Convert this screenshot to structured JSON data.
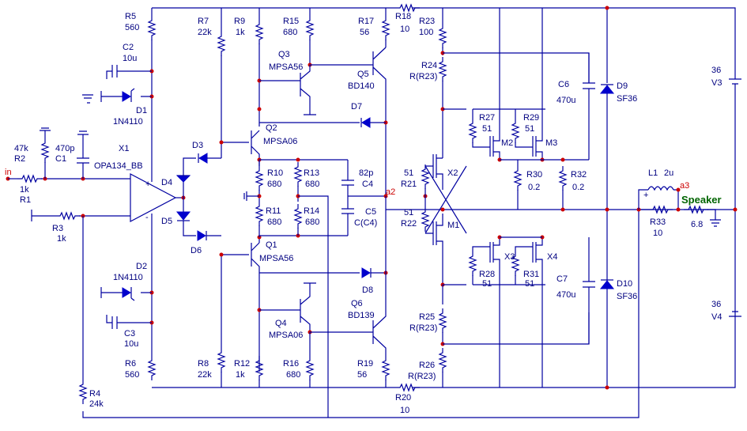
{
  "labels": {
    "in": "in",
    "R1": "R1",
    "R1v": "1k",
    "R2": "R2",
    "R2v": "47k",
    "C1": "C1",
    "C1v": "470p",
    "X1": "X1",
    "X1v": "OPA134_BB",
    "R3": "R3",
    "R3v": "1k",
    "R4": "R4",
    "R4v": "24k",
    "R5": "R5",
    "R5v": "560",
    "C2": "C2",
    "C2v": "10u",
    "D1": "D1",
    "D1v": "1N4110",
    "D2": "D2",
    "D2v": "1N4110",
    "C3": "C3",
    "C3v": "10u",
    "R6": "R6",
    "R6v": "560",
    "R7": "R7",
    "R7v": "22k",
    "R8": "R8",
    "R8v": "22k",
    "R9": "R9",
    "R9v": "1k",
    "R12": "R12",
    "R12v": "1k",
    "D3": "D3",
    "D4": "D4",
    "D5": "D5",
    "D6": "D6",
    "Q2": "Q2",
    "Q2v": "MPSA06",
    "Q1": "Q1",
    "Q1v": "MPSA56",
    "Q3": "Q3",
    "Q3v": "MPSA56",
    "Q4": "Q4",
    "Q4v": "MPSA06",
    "Q5": "Q5",
    "Q5v": "BD140",
    "Q6": "Q6",
    "Q6v": "BD139",
    "R15": "R15",
    "R15v": "680",
    "R16": "R16",
    "R16v": "680",
    "R10": "R10",
    "R10v": "680",
    "R11": "R11",
    "R11v": "680",
    "R13": "R13",
    "R13v": "680",
    "R14": "R14",
    "R14v": "680",
    "C4": "C4",
    "C4v": "82p",
    "C5": "C5",
    "C5v": "C(C4)",
    "D7": "D7",
    "D8": "D8",
    "R17": "R17",
    "R17v": "56",
    "R19": "R19",
    "R19v": "56",
    "R18": "R18",
    "R18v": "10",
    "R20": "R20",
    "R20v": "10",
    "R23": "R23",
    "R23v": "100",
    "R24": "R24",
    "R24v": "R(R23)",
    "R25": "R25",
    "R25v": "R(R23)",
    "R26": "R26",
    "R26v": "R(R23)",
    "R21": "R21",
    "R21v": "51",
    "R22": "R22",
    "R22v": "51",
    "X2": "X2",
    "M1": "M1",
    "M2": "M2",
    "M3": "M3",
    "X3": "X3",
    "X4": "X4",
    "R27": "R27",
    "R27v": "51",
    "R29": "R29",
    "R29v": "51",
    "R28": "R28",
    "R28v": "51",
    "R31": "R31",
    "R31v": "51",
    "R30": "R30",
    "R30v": "0.2",
    "R32": "R32",
    "R32v": "0.2",
    "C6": "C6",
    "C6v": "470u",
    "C7": "C7",
    "C7v": "470u",
    "D9": "D9",
    "D9v": "SF36",
    "D10": "D10",
    "D10v": "SF36",
    "L1": "L1",
    "L1v": "2u",
    "R33": "R33",
    "R33v": "10",
    "a2": "a2",
    "a3": "a3",
    "Speaker": "Speaker",
    "Spv": "6.8",
    "V3": "V3",
    "V3v": "36",
    "V4": "V4",
    "V4v": "36",
    "plus": "+",
    "minus": "-"
  },
  "colors": {
    "wire": "#0000a0",
    "component": "#0000cc",
    "node": "#cc0000",
    "speaker": "#006400"
  }
}
